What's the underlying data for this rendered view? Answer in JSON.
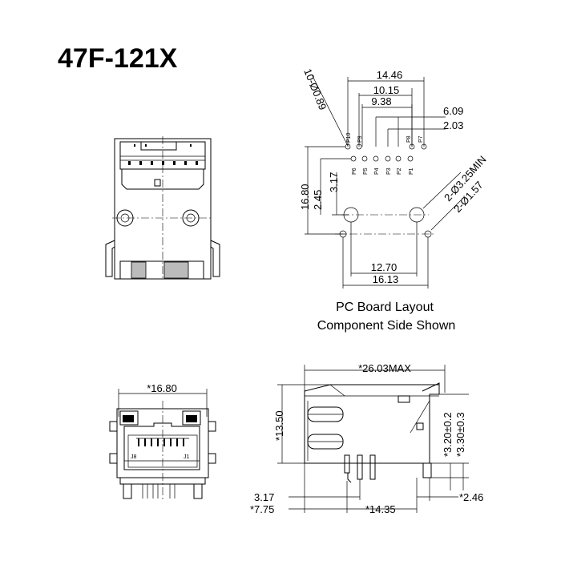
{
  "title": "47F-121X",
  "caption": {
    "line1": "PC Board Layout",
    "line2": "Component Side Shown"
  },
  "pcb": {
    "top_dims": [
      "14.46",
      "10.15",
      "9.38"
    ],
    "right_dims": [
      "6.09",
      "2.03"
    ],
    "left_dims": [
      "16.80",
      "2.45",
      "3.17"
    ],
    "hole_small": "10-Ø0.89",
    "hole_large1": "2-Ø3.25MIN",
    "hole_large2": "2-Ø1.57",
    "bottom_dims": [
      "12.70",
      "16.13"
    ],
    "pins_top": [
      "P10",
      "P9",
      "P8",
      "P7"
    ],
    "pins_bottom": [
      "P6",
      "P5",
      "P4",
      "P3",
      "P2",
      "P1"
    ]
  },
  "front_view": {
    "width_dim": "*16.80",
    "pin_left": "J8",
    "pin_right": "J1"
  },
  "side_view": {
    "top_dim": "*26.03MAX",
    "height_dim": "*13.50",
    "right_dims": [
      "*3.20±0.2",
      "*3.30±0.3"
    ],
    "bottom_dims": [
      "3.17",
      "*7.75",
      "*14.35",
      "*2.46"
    ]
  }
}
